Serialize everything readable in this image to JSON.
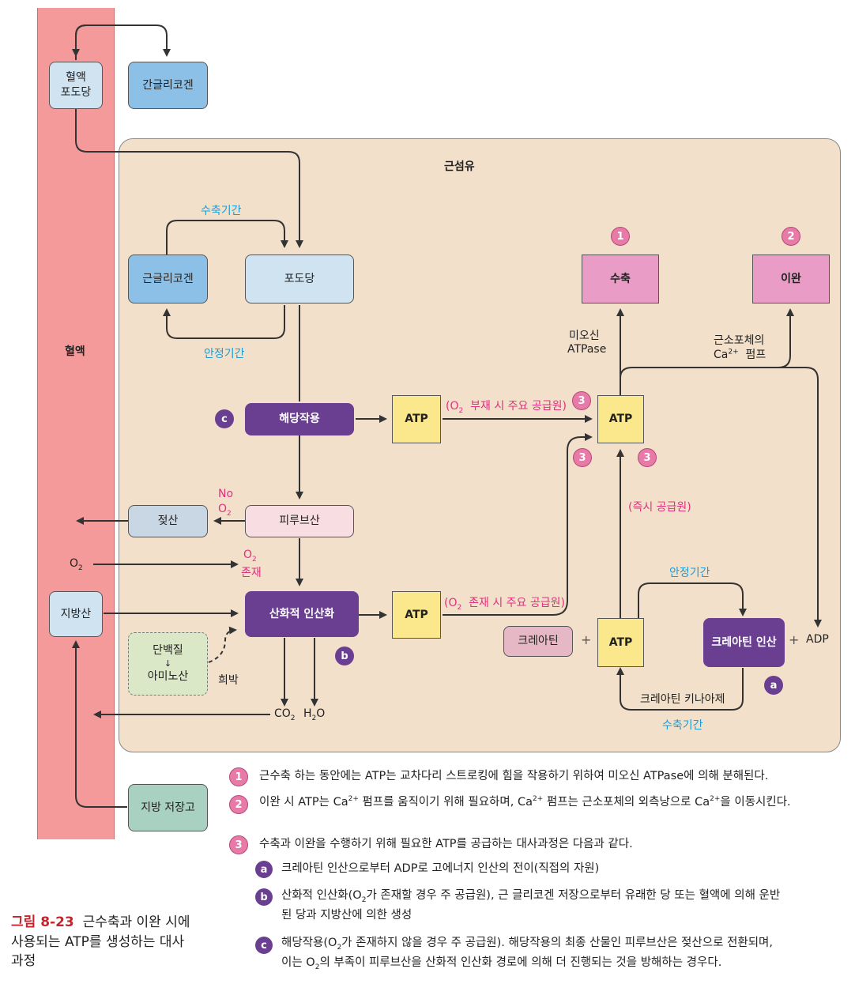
{
  "blood_column": {
    "label": "혈액"
  },
  "fiber": {
    "label": "근섬유"
  },
  "nodes": {
    "blood_glucose": "혈액\n포도당",
    "liver_glycogen": "간글리코겐",
    "muscle_glycogen": "근글리코겐",
    "glucose": "포도당",
    "glycolysis": "해당작용",
    "pyruvate": "피루브산",
    "lactate": "젖산",
    "oxidative": "산화적 인산화",
    "fatty_acid": "지방산",
    "protein": "단백질",
    "amino_acid": "아미노산",
    "fat_storage": "지방 저장고",
    "contraction": "수축",
    "relaxation": "이완",
    "atp": "ATP",
    "creatine": "크레아틴",
    "creatine_phosphate": "크레아틴 인산"
  },
  "labels": {
    "contraction_period": "수축기간",
    "rest_period": "안정기간",
    "no": "No",
    "o2": "O",
    "o2_sub": "2",
    "o2_present": "존재",
    "co2": "CO",
    "h2o": "H",
    "h2o_sub2": "O",
    "dilute": "희박",
    "myosin_atpase_1": "미오신",
    "myosin_atpase_2": "ATPase",
    "sr_pump_1": "근소포체의",
    "sr_pump_ca": "Ca",
    "sr_pump_sup": "2+",
    "sr_pump_2": "펌프",
    "o2_absent_main": "(O",
    "o2_absent_rest": "부재 시 주요 공급원)",
    "o2_present_main": "(O",
    "o2_present_rest": "존재 시 주요 공급원)",
    "immediate": "(즉시 공급원)",
    "plus": "+",
    "adp": "ADP",
    "creatine_kinase": "크레아틴 키나아제",
    "rest_period2": "안정기간",
    "contraction_period2": "수축기간"
  },
  "markers": {
    "one": "1",
    "two": "2",
    "three": "3",
    "a": "a",
    "b": "b",
    "c": "c"
  },
  "legend": {
    "item1": "근수축 하는 동안에는 ATP는 교차다리 스트로킹에 힘을 작용하기 위하여 미오신 ATPase에 의해 분해된다.",
    "item2_a": "이완 시 ATP는 Ca",
    "item2_b": " 펌프를 움직이기 위해 필요하며, Ca",
    "item2_c": " 펌프는 근소포체의 외측낭으로 Ca",
    "item2_d": "을 이동시킨다.",
    "sup2plus": "2+",
    "item3": "수축과 이완을 수행하기 위해 필요한 ATP를 공급하는 대사과정은 다음과 같다.",
    "itema": "크레아틴 인산으로부터 ADP로 고에너지 인산의 전이(직접의 자원)",
    "itemb_1": "산화적 인산화(O",
    "itemb_2": "가 존재할 경우 주 공급원), 근 글리코겐 저장으로부터 유래한 당 또는 혈액에 의해 운반",
    "itemb_3": "된 당과 지방산에 의한 생성",
    "itemc_1": "해당작용(O",
    "itemc_2": "가 존재하지 않을 경우 주 공급원). 해당작용의 최종 산물인 피루브산은 젖산으로 전환되며,",
    "itemc_3": "이는 O",
    "itemc_4": "의 부족이 피루브산을 산화적 인산화 경로에 의해 더 진행되는 것을 방해하는 경우다."
  },
  "caption": {
    "number": "그림 8-23",
    "line1": "근수축과 이완 시에",
    "line2": "사용되는 ATP를 생성하는 대사",
    "line3": "과정"
  },
  "colors": {
    "blood": "#f49a9a",
    "fiber": "#f3e0cb",
    "purple": "#6a3f92",
    "magenta": "#e0307e",
    "cyan": "#1a9cd8"
  }
}
